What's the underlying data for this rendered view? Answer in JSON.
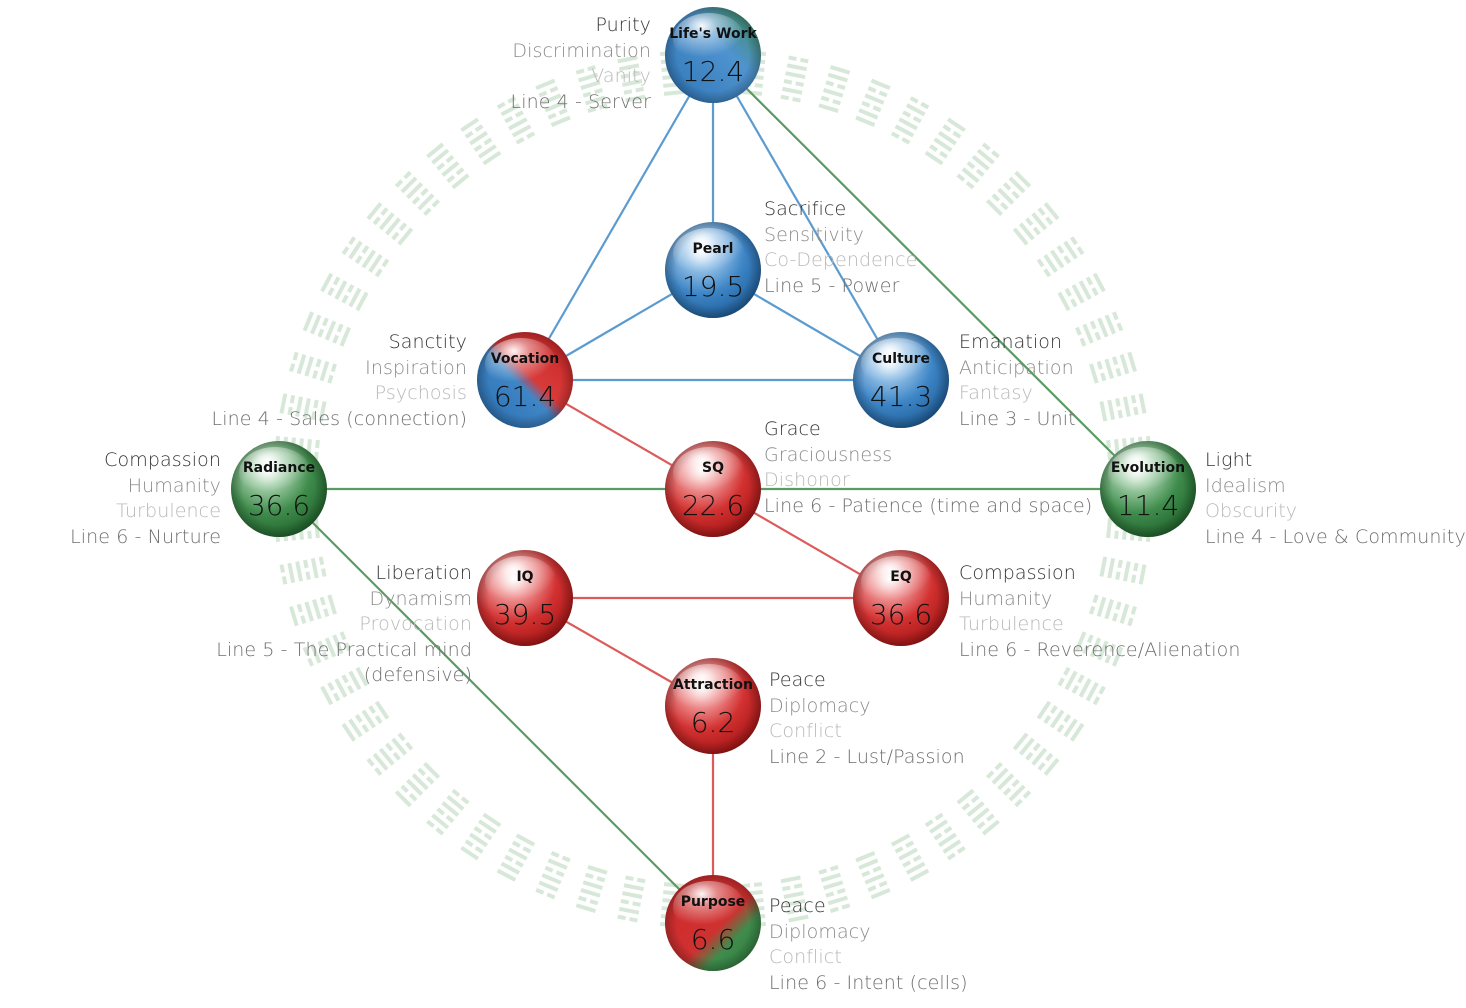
{
  "colors": {
    "blue": "#3a7fc0",
    "red": "#d02b2b",
    "green": "#3f8c4c",
    "line_blue": "#5b9bd0",
    "line_red": "#dd5a5a",
    "line_green": "#5b9a63",
    "ring": "#d7e8d9"
  },
  "nodes": [
    {
      "id": "lifes-work",
      "title": "Life's Work",
      "value": "12.4",
      "color": "blue-green",
      "label": {
        "l1": "Purity",
        "l2": "Discrimination",
        "l3": "Vanity",
        "l4": "Line 4 - Server"
      }
    },
    {
      "id": "pearl",
      "title": "Pearl",
      "value": "19.5",
      "color": "blue",
      "label": {
        "l1": "Sacrifice",
        "l2": "Sensitivity",
        "l3": "Co-Dependence",
        "l4": "Line 5 - Power"
      }
    },
    {
      "id": "vocation",
      "title": "Vocation",
      "value": "61.4",
      "color": "red-blue",
      "label": {
        "l1": "Sanctity",
        "l2": "Inspiration",
        "l3": "Psychosis",
        "l4": "Line 4 - Sales (connection)"
      }
    },
    {
      "id": "culture",
      "title": "Culture",
      "value": "41.3",
      "color": "blue",
      "label": {
        "l1": "Emanation",
        "l2": "Anticipation",
        "l3": "Fantasy",
        "l4": "Line 3 - Unit"
      }
    },
    {
      "id": "radiance",
      "title": "Radiance",
      "value": "36.6",
      "color": "green",
      "label": {
        "l1": "Compassion",
        "l2": "Humanity",
        "l3": "Turbulence",
        "l4": "Line 6 - Nurture"
      }
    },
    {
      "id": "sq",
      "title": "SQ",
      "value": "22.6",
      "color": "red",
      "label": {
        "l1": "Grace",
        "l2": "Graciousness",
        "l3": "Dishonor",
        "l4": "Line 6 - Patience (time and space)"
      }
    },
    {
      "id": "evolution",
      "title": "Evolution",
      "value": "11.4",
      "color": "green",
      "label": {
        "l1": "Light",
        "l2": "Idealism",
        "l3": "Obscurity",
        "l4": "Line 4 - Love & Community"
      }
    },
    {
      "id": "iq",
      "title": "IQ",
      "value": "39.5",
      "color": "red",
      "label": {
        "l1": "Liberation",
        "l2": "Dynamism",
        "l3": "Provocation",
        "l4": "Line 5 - The Practical mind",
        "l5": "(defensive)"
      }
    },
    {
      "id": "eq",
      "title": "EQ",
      "value": "36.6",
      "color": "red",
      "label": {
        "l1": "Compassion",
        "l2": "Humanity",
        "l3": "Turbulence",
        "l4": "Line 6 - Reverence/Alienation"
      }
    },
    {
      "id": "attraction",
      "title": "Attraction",
      "value": "6.2",
      "color": "red",
      "label": {
        "l1": "Peace",
        "l2": "Diplomacy",
        "l3": "Conflict",
        "l4": "Line 2 - Lust/Passion"
      }
    },
    {
      "id": "purpose",
      "title": "Purpose",
      "value": "6.6",
      "color": "red-green",
      "label": {
        "l1": "Peace",
        "l2": "Diplomacy",
        "l3": "Conflict",
        "l4": "Line 6 - Intent (cells)"
      }
    }
  ],
  "connections": [
    {
      "from": "lifes-work",
      "to": "vocation",
      "color": "blue"
    },
    {
      "from": "lifes-work",
      "to": "pearl",
      "color": "blue"
    },
    {
      "from": "lifes-work",
      "to": "culture",
      "color": "blue"
    },
    {
      "from": "lifes-work",
      "to": "evolution",
      "color": "green"
    },
    {
      "from": "pearl",
      "to": "vocation",
      "color": "blue"
    },
    {
      "from": "pearl",
      "to": "culture",
      "color": "blue"
    },
    {
      "from": "vocation",
      "to": "culture",
      "color": "blue"
    },
    {
      "from": "vocation",
      "to": "sq",
      "color": "red"
    },
    {
      "from": "radiance",
      "to": "sq",
      "color": "green"
    },
    {
      "from": "sq",
      "to": "evolution",
      "color": "green"
    },
    {
      "from": "sq",
      "to": "eq",
      "color": "red"
    },
    {
      "from": "iq",
      "to": "eq",
      "color": "red"
    },
    {
      "from": "iq",
      "to": "attraction",
      "color": "red"
    },
    {
      "from": "attraction",
      "to": "purpose",
      "color": "red"
    },
    {
      "from": "radiance",
      "to": "purpose",
      "color": "green"
    }
  ]
}
